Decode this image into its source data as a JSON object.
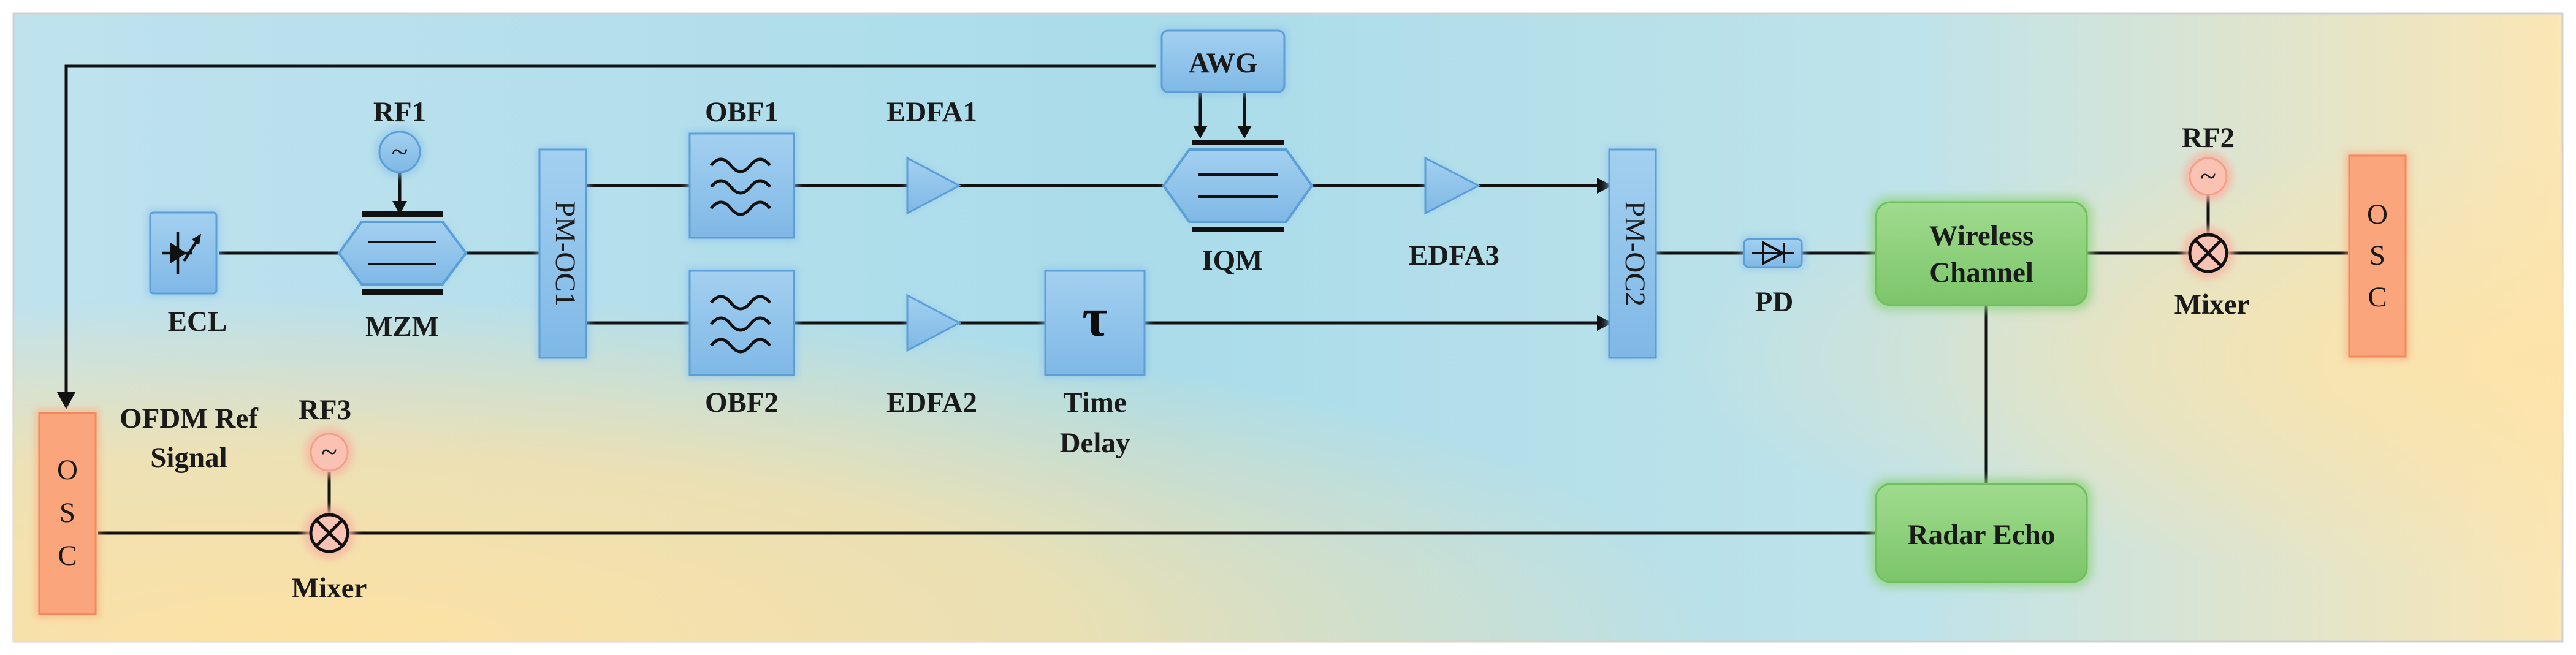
{
  "colors": {
    "component_fill": "#8ec3ea",
    "component_stroke": "#5b9fd6",
    "green_box": "#8fd17e",
    "orange_box": "#fba57c",
    "rf_source": "#f7b5a3",
    "background_left": "#bfe2ee",
    "background_bottom": "#fde1a3"
  },
  "icons": {
    "laser": "ecl-laser-icon",
    "filter": "bandpass-filter-icon",
    "amplifier": "triangle-amplifier-icon",
    "modulator": "hexagon-modulator-icon",
    "photodiode": "diode-icon",
    "source": "sine-source-icon",
    "mixer": "cross-circle-mixer-icon"
  },
  "labels": {
    "ecl": "ECL",
    "mzm": "MZM",
    "rf1": "RF1",
    "pm_oc1": "PM-OC1",
    "obf1": "OBF1",
    "obf2": "OBF2",
    "edfa1": "EDFA1",
    "edfa2": "EDFA2",
    "edfa3": "EDFA3",
    "tau": "τ",
    "time_delay_line1": "Time",
    "time_delay_line2": "Delay",
    "awg": "AWG",
    "iqm": "IQM",
    "pm_oc2": "PM-OC2",
    "pd": "PD",
    "wireless_line1": "Wireless",
    "wireless_line2": "Channel",
    "radar_echo": "Radar Echo",
    "rf2": "RF2",
    "rf3": "RF3",
    "mixer_right": "Mixer",
    "mixer_left": "Mixer",
    "osc_right": [
      "O",
      "S",
      "C"
    ],
    "osc_left": [
      "O",
      "S",
      "C"
    ],
    "ofdm_line1": "OFDM Ref",
    "ofdm_line2": "Signal",
    "sine_glyph": "~"
  }
}
